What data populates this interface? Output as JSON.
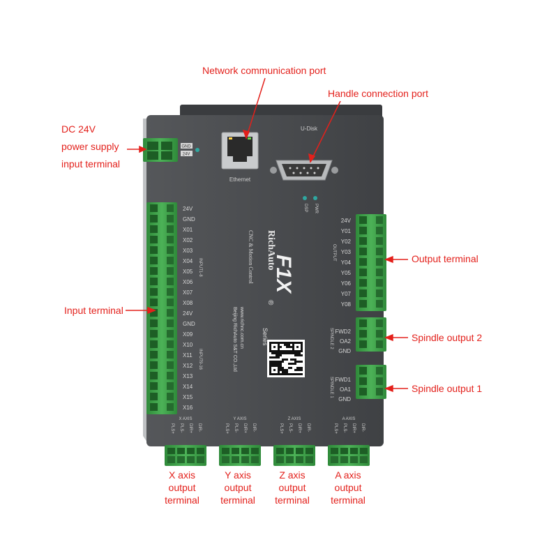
{
  "callouts": {
    "network": "Network communication port",
    "handle": "Handle connection port",
    "power": [
      "DC 24V",
      "power supply",
      "input terminal"
    ],
    "input": "Input terminal",
    "output": "Output terminal",
    "spindle2": "Spindle output 2",
    "spindle1": "Spindle output 1",
    "x_axis": [
      "X axis",
      "output",
      "terminal"
    ],
    "y_axis": [
      "Y axis",
      "output",
      "terminal"
    ],
    "z_axis": [
      "Z axis",
      "output",
      "terminal"
    ],
    "a_axis": [
      "A axis",
      "output",
      "terminal"
    ]
  },
  "device": {
    "brand": "RichAuto",
    "registered": "®",
    "model": "F1X",
    "series": "Series",
    "tagline": "CNC & Motion Control",
    "website": "www.richnc.com.cn",
    "company": "Beijing RichAuto S&T CO.,Ltd",
    "ethernet_label": "Ethernet",
    "udisk_label": "U-Disk",
    "led_dsp": "DSP",
    "led_pwr": "PWR",
    "power_pins": [
      "GND",
      "24V"
    ],
    "input_group1": "INPUT1-8",
    "input_group2": "INPUT9-16",
    "output_group": "OUTPUT",
    "spindle2_group": "SPINDLE 2",
    "spindle1_group": "SPINDLE 1",
    "inputs": [
      "24V",
      "GND",
      "X01",
      "X02",
      "X03",
      "X04",
      "X05",
      "X06",
      "X07",
      "X08",
      "24V",
      "GND",
      "X09",
      "X10",
      "X11",
      "X12",
      "X13",
      "X14",
      "X15",
      "X16"
    ],
    "outputs": [
      "24V",
      "Y01",
      "Y02",
      "Y03",
      "Y04",
      "Y05",
      "Y06",
      "Y07",
      "Y08"
    ],
    "spindle2_pins": [
      "FWD2",
      "OA2",
      "GND"
    ],
    "spindle1_pins": [
      "FWD1",
      "OA1",
      "GND"
    ],
    "axes": [
      {
        "label": "X AXIS",
        "pins": [
          "PLS+",
          "PLS-",
          "DIR+",
          "DIR-"
        ]
      },
      {
        "label": "Y AXIS",
        "pins": [
          "PLS+",
          "PLS-",
          "DIR+",
          "DIR-"
        ]
      },
      {
        "label": "Z AXIS",
        "pins": [
          "PLS+",
          "PLS-",
          "DIR+",
          "DIR-"
        ]
      },
      {
        "label": "A AXIS",
        "pins": [
          "PLS+",
          "PLS-",
          "DIR+",
          "DIR-"
        ]
      }
    ]
  },
  "colors": {
    "callout_red": "#e3201b",
    "panel_grey": "#4a4c4f",
    "terminal_green": "#3d9c47",
    "silkscreen": "#d8d8d8"
  }
}
